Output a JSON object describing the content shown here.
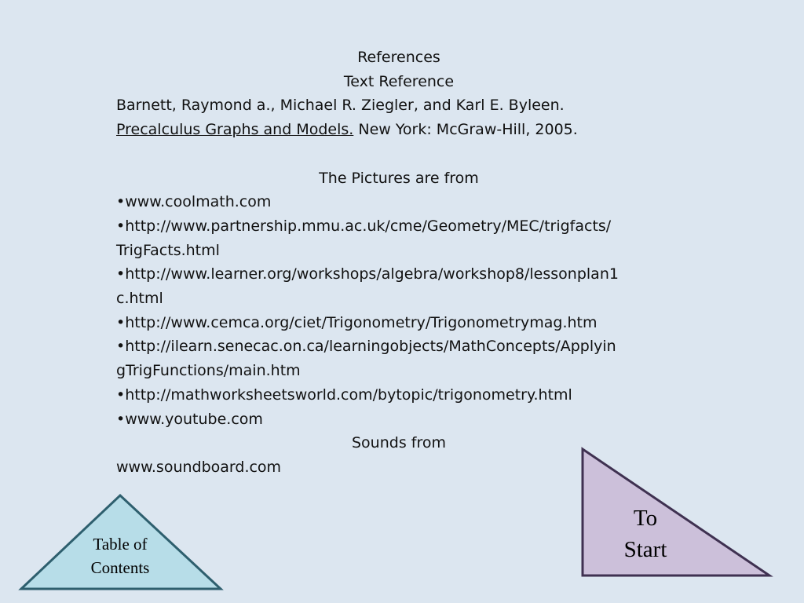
{
  "document": {
    "heading": "References",
    "subheading": "Text Reference",
    "citation_line1": "Barnett, Raymond a., Michael R. Ziegler, and Karl E. Byleen.",
    "citation_title": "Precalculus Graphs and Models.",
    "citation_rest": " New York: McGraw-Hill, 2005.",
    "pictures_heading": "The Pictures are from",
    "picture_sources": [
      {
        "line1": "•www.coolmath.com",
        "line2": ""
      },
      {
        "line1": "•http://www.partnership.mmu.ac.uk/cme/Geometry/MEC/trigfacts/",
        "line2": "TrigFacts.html"
      },
      {
        "line1": "•http://www.learner.org/workshops/algebra/workshop8/lessonplan1",
        "line2": "c.html"
      },
      {
        "line1": "•http://www.cemca.org/ciet/Trigonometry/Trigonometrymag.htm",
        "line2": ""
      },
      {
        "line1": "•http://ilearn.senecac.on.ca/learningobjects/MathConcepts/Applyin",
        "line2": "gTrigFunctions/main.htm"
      },
      {
        "line1": "•http://mathworksheetsworld.com/bytopic/trigonometry.html",
        "line2": ""
      },
      {
        "line1": "•www.youtube.com",
        "line2": ""
      }
    ],
    "sounds_heading": "Sounds from",
    "sounds_source": "www.soundboard.com"
  },
  "nav": {
    "toc_line1": "Table of",
    "toc_line2": "Contents",
    "toc_color": "#b7dde8",
    "toc_border": "#2e5f6e",
    "start_line1": "To",
    "start_line2": "Start",
    "start_color": "#ccc0da",
    "start_border": "#3f3151"
  }
}
